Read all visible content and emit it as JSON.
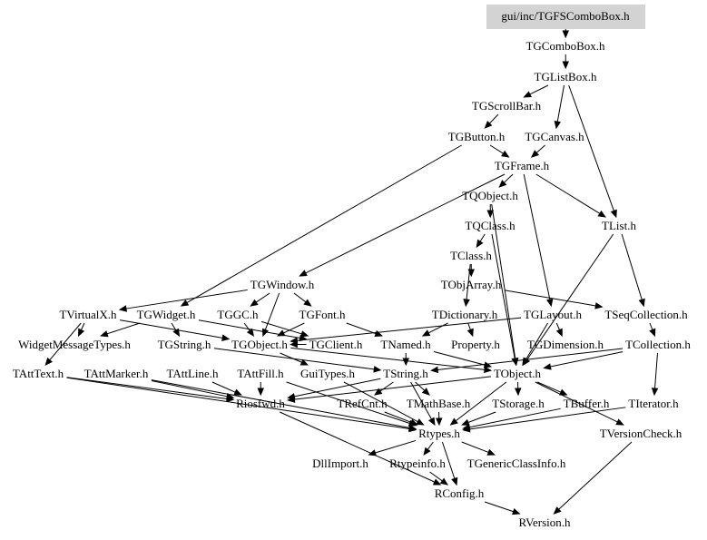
{
  "colors": {
    "background": "#ffffff",
    "text": "#000000",
    "edge": "#000000",
    "root_fill": "#d3d3d3"
  },
  "nodes": {
    "gui_inc_TGFSComboBox_h": "gui/inc/TGFSComboBox.h",
    "TGComboBox_h": "TGComboBox.h",
    "TGListBox_h": "TGListBox.h",
    "TGScrollBar_h": "TGScrollBar.h",
    "TGButton_h": "TGButton.h",
    "TGCanvas_h": "TGCanvas.h",
    "TGFrame_h": "TGFrame.h",
    "TQObject_h": "TQObject.h",
    "TQClass_h": "TQClass.h",
    "TList_h": "TList.h",
    "TClass_h": "TClass.h",
    "TGWindow_h": "TGWindow.h",
    "TObjArray_h": "TObjArray.h",
    "TVirtualX_h": "TVirtualX.h",
    "TGWidget_h": "TGWidget.h",
    "TGGC_h": "TGGC.h",
    "TGFont_h": "TGFont.h",
    "TDictionary_h": "TDictionary.h",
    "TGLayout_h": "TGLayout.h",
    "TSeqCollection_h": "TSeqCollection.h",
    "WidgetMessageTypes_h": "WidgetMessageTypes.h",
    "TGString_h": "TGString.h",
    "TGObject_h": "TGObject.h",
    "TGClient_h": "TGClient.h",
    "TNamed_h": "TNamed.h",
    "Property_h": "Property.h",
    "TGDimension_h": "TGDimension.h",
    "TCollection_h": "TCollection.h",
    "TAttText_h": "TAttText.h",
    "TAttMarker_h": "TAttMarker.h",
    "TAttLine_h": "TAttLine.h",
    "TAttFill_h": "TAttFill.h",
    "GuiTypes_h": "GuiTypes.h",
    "TString_h": "TString.h",
    "TObject_h": "TObject.h",
    "Riosfwd_h": "Riosfwd.h",
    "TRefCnt_h": "TRefCnt.h",
    "TMathBase_h": "TMathBase.h",
    "TStorage_h": "TStorage.h",
    "TBuffer_h": "TBuffer.h",
    "TIterator_h": "TIterator.h",
    "Rtypes_h": "Rtypes.h",
    "TVersionCheck_h": "TVersionCheck.h",
    "DllImport_h": "DllImport.h",
    "Rtypeinfo_h": "Rtypeinfo.h",
    "TGenericClassInfo_h": "TGenericClassInfo.h",
    "RConfig_h": "RConfig.h",
    "RVersion_h": "RVersion.h"
  },
  "edges": [
    [
      "gui_inc_TGFSComboBox_h",
      "TGComboBox_h"
    ],
    [
      "TGComboBox_h",
      "TGListBox_h"
    ],
    [
      "TGListBox_h",
      "TGScrollBar_h"
    ],
    [
      "TGListBox_h",
      "TGCanvas_h"
    ],
    [
      "TGListBox_h",
      "TList_h"
    ],
    [
      "TGScrollBar_h",
      "TGButton_h"
    ],
    [
      "TGButton_h",
      "TGFrame_h"
    ],
    [
      "TGButton_h",
      "TGWidget_h"
    ],
    [
      "TGCanvas_h",
      "TGFrame_h"
    ],
    [
      "TGFrame_h",
      "TQObject_h"
    ],
    [
      "TGFrame_h",
      "TGWindow_h"
    ],
    [
      "TGFrame_h",
      "TList_h"
    ],
    [
      "TGFrame_h",
      "TGLayout_h"
    ],
    [
      "TQObject_h",
      "TQClass_h"
    ],
    [
      "TQObject_h",
      "TObject_h"
    ],
    [
      "TQClass_h",
      "TClass_h"
    ],
    [
      "TQClass_h",
      "TObject_h"
    ],
    [
      "TList_h",
      "TSeqCollection_h"
    ],
    [
      "TList_h",
      "TObject_h"
    ],
    [
      "TClass_h",
      "TObjArray_h"
    ],
    [
      "TClass_h",
      "TDictionary_h"
    ],
    [
      "TGWindow_h",
      "TVirtualX_h"
    ],
    [
      "TGWindow_h",
      "TGGC_h"
    ],
    [
      "TGWindow_h",
      "TGFont_h"
    ],
    [
      "TGWindow_h",
      "TGObject_h"
    ],
    [
      "TObjArray_h",
      "TSeqCollection_h"
    ],
    [
      "TDictionary_h",
      "Property_h"
    ],
    [
      "TDictionary_h",
      "TNamed_h"
    ],
    [
      "TVirtualX_h",
      "WidgetMessageTypes_h"
    ],
    [
      "TVirtualX_h",
      "TAttText_h"
    ],
    [
      "TVirtualX_h",
      "TGObject_h"
    ],
    [
      "TGWidget_h",
      "TGString_h"
    ],
    [
      "TGWidget_h",
      "WidgetMessageTypes_h"
    ],
    [
      "TGWidget_h",
      "TGClient_h"
    ],
    [
      "TGGC_h",
      "TGObject_h"
    ],
    [
      "TGGC_h",
      "TGClient_h"
    ],
    [
      "TGFont_h",
      "TGObject_h"
    ],
    [
      "TGFont_h",
      "TNamed_h"
    ],
    [
      "TGLayout_h",
      "TGDimension_h"
    ],
    [
      "TGLayout_h",
      "TGObject_h"
    ],
    [
      "TGLayout_h",
      "TObject_h"
    ],
    [
      "TSeqCollection_h",
      "TCollection_h"
    ],
    [
      "TCollection_h",
      "TObject_h"
    ],
    [
      "TCollection_h",
      "TIterator_h"
    ],
    [
      "TCollection_h",
      "TString_h"
    ],
    [
      "TGString_h",
      "TString_h"
    ],
    [
      "TGObject_h",
      "TObject_h"
    ],
    [
      "TGObject_h",
      "GuiTypes_h"
    ],
    [
      "TGClient_h",
      "TGObject_h"
    ],
    [
      "TNamed_h",
      "TObject_h"
    ],
    [
      "TNamed_h",
      "TString_h"
    ],
    [
      "TAttText_h",
      "Riosfwd_h"
    ],
    [
      "TAttText_h",
      "Rtypes_h"
    ],
    [
      "TAttMarker_h",
      "Riosfwd_h"
    ],
    [
      "TAttMarker_h",
      "Rtypes_h"
    ],
    [
      "TAttLine_h",
      "Riosfwd_h"
    ],
    [
      "TAttFill_h",
      "Riosfwd_h"
    ],
    [
      "TAttFill_h",
      "Rtypes_h"
    ],
    [
      "GuiTypes_h",
      "Rtypes_h"
    ],
    [
      "TString_h",
      "TRefCnt_h"
    ],
    [
      "TString_h",
      "TMathBase_h"
    ],
    [
      "TString_h",
      "Rtypes_h"
    ],
    [
      "TString_h",
      "Riosfwd_h"
    ],
    [
      "TObject_h",
      "TStorage_h"
    ],
    [
      "TObject_h",
      "TBuffer_h"
    ],
    [
      "TObject_h",
      "TVersionCheck_h"
    ],
    [
      "TObject_h",
      "Riosfwd_h"
    ],
    [
      "TObject_h",
      "Rtypes_h"
    ],
    [
      "TStorage_h",
      "Rtypes_h"
    ],
    [
      "TBuffer_h",
      "Rtypes_h"
    ],
    [
      "TIterator_h",
      "Rtypes_h"
    ],
    [
      "TMathBase_h",
      "Rtypes_h"
    ],
    [
      "TRefCnt_h",
      "Rtypes_h"
    ],
    [
      "Rtypes_h",
      "DllImport_h"
    ],
    [
      "Rtypes_h",
      "Rtypeinfo_h"
    ],
    [
      "Rtypes_h",
      "TGenericClassInfo_h"
    ],
    [
      "Rtypes_h",
      "RConfig_h"
    ],
    [
      "Rtypeinfo_h",
      "RConfig_h"
    ],
    [
      "Riosfwd_h",
      "RConfig_h"
    ],
    [
      "RConfig_h",
      "RVersion_h"
    ],
    [
      "TVersionCheck_h",
      "RVersion_h"
    ]
  ]
}
